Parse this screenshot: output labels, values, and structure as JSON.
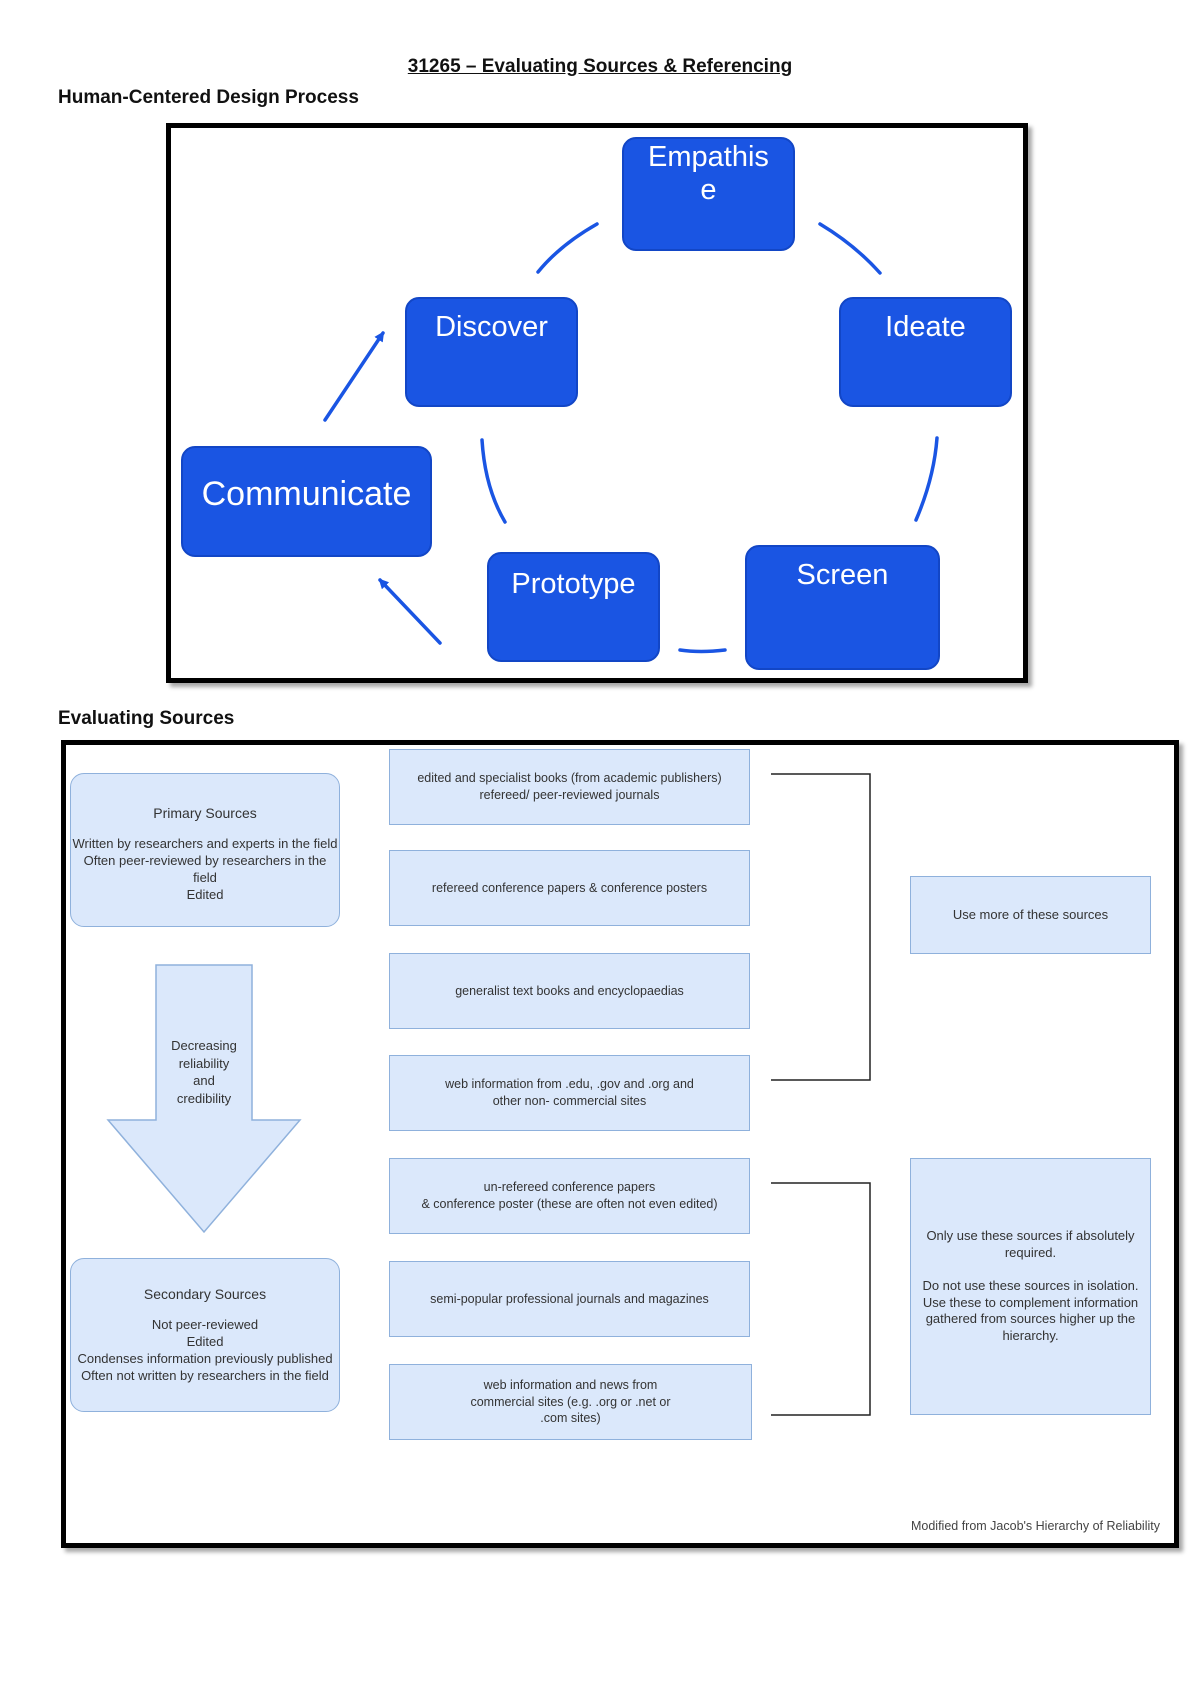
{
  "document_title": "31265 – Evaluating Sources & Referencing",
  "hcd": {
    "heading": "Human-Centered Design Process",
    "stages": {
      "empathise": "Empathis\ne",
      "ideate": "Ideate",
      "screen": "Screen",
      "prototype": "Prototype",
      "communicate": "Communicate",
      "discover": "Discover"
    },
    "stage_color": "#1a55e3"
  },
  "evaluating": {
    "heading": "Evaluating Sources",
    "primary": {
      "title": "Primary Sources",
      "lines": "Written by researchers and experts in the field\nOften peer-reviewed by researchers in the field\nEdited"
    },
    "arrow_label": "Decreasing\nreliability\nand\ncredibility",
    "secondary": {
      "title": "Secondary Sources",
      "lines": "Not peer-reviewed\nEdited\nCondenses information previously published\nOften not written by researchers in the field"
    },
    "sources": [
      "edited and specialist books (from academic publishers)\nrefereed/ peer-reviewed journals",
      "refereed conference papers & conference posters",
      "generalist text books and encyclopaedias",
      "web information from .edu, .gov and .org and\nother non- commercial sites",
      "un-refereed conference papers\n& conference poster (these are often not even edited)",
      "semi-popular professional journals and magazines",
      "web information and news from\ncommercial sites (e.g. .org or .net or\n.com sites)"
    ],
    "advice_top": "Use more of these sources",
    "advice_bottom_1": "Only use these sources if absolutely required.",
    "advice_bottom_2": "Do not use these sources in isolation. Use these to complement information gathered from sources higher up the hierarchy.",
    "credit": "Modified from Jacob's Hierarchy of Reliability",
    "panel_color": "#dbe8fb"
  }
}
